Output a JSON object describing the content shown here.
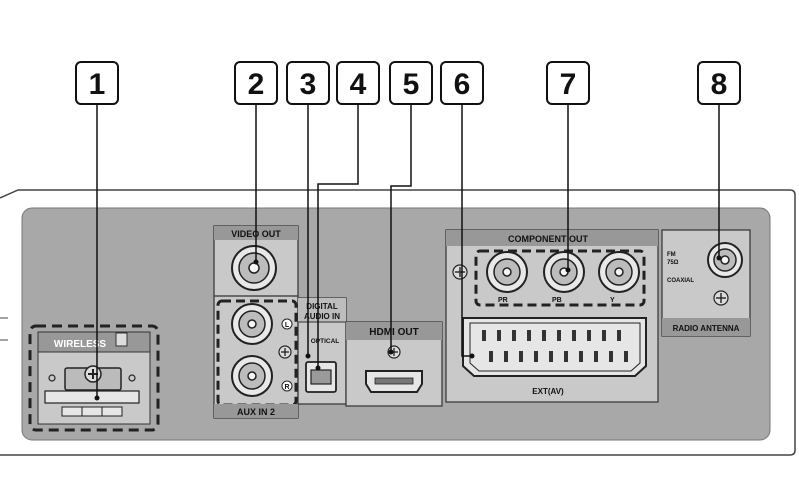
{
  "callouts": [
    "1",
    "2",
    "3",
    "4",
    "5",
    "6",
    "7",
    "8"
  ],
  "labels": {
    "wireless": "WIRELESS",
    "video_out": "VIDEO OUT",
    "digital_audio_in": [
      "DIGITAL",
      "AUDIO IN"
    ],
    "optical": "OPTICAL",
    "aux_in_2": "AUX IN 2",
    "aux_l": "L",
    "aux_r": "R",
    "hdmi_out": "HDMI OUT",
    "component_out": "COMPONENT OUT",
    "pr": "PR",
    "pb": "PB",
    "y": "Y",
    "ext_av": "EXT(AV)",
    "fm": "FM",
    "ohm": "75Ω",
    "coaxial": "COAXIAL",
    "radio_antenna": "RADIO ANTENNA"
  },
  "colors": {
    "panel": "#a8a8a8",
    "section": "#c9c9c9",
    "header": "#989898",
    "outline": "#2a2a2a"
  }
}
